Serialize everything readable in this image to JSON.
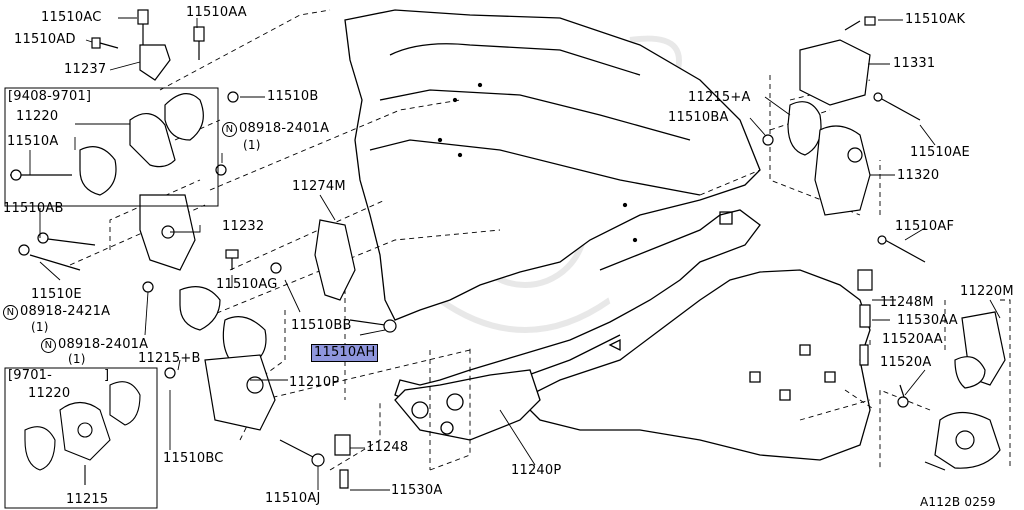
{
  "figure_code": "A112B 0259",
  "boxes": {
    "top_box_label": "[9408-9701]",
    "bottom_box_label_start": "[9701-",
    "bottom_box_label_end": "]"
  },
  "labels": {
    "p11510AC": "11510AC",
    "p11510AA": "11510AA",
    "p11510AD": "11510AD",
    "p11237": "11237",
    "p11510B": "11510B",
    "p11220_top": "11220",
    "n08918_2401A_top": "08918-2401A",
    "q1_a": "(1)",
    "p11510A": "11510A",
    "p11510AB": "11510AB",
    "p11274M": "11274M",
    "p11232": "11232",
    "p11510E": "11510E",
    "n08918_2421A": "08918-2421A",
    "q1_b": "(1)",
    "p11510AG": "11510AG",
    "p11510BB": "11510BB",
    "n08918_2401A_bot": "08918-2401A",
    "q1_c": "(1)",
    "p11510AH": "11510AH",
    "p11215B": "11215+B",
    "p11210P": "11210P",
    "p11220_bot": "11220",
    "p11215": "11215",
    "p11510BC": "11510BC",
    "p11248": "11248",
    "p11530A": "11530A",
    "p11510AJ": "11510AJ",
    "p11240P": "11240P",
    "p11510AK": "11510AK",
    "p11331": "11331",
    "p11215A": "11215+A",
    "p11510BA": "11510BA",
    "p11510AE": "11510AE",
    "p11320": "11320",
    "p11510AF": "11510AF",
    "p11248M": "11248M",
    "p11220M": "11220M",
    "p11530AA": "11530AA",
    "p11520AA": "11520AA",
    "p11520A": "11520A"
  },
  "circle_symbol": "N",
  "colors": {
    "highlight": "#8f96dd",
    "line": "#000000",
    "watermark": "#e9e9e9"
  }
}
